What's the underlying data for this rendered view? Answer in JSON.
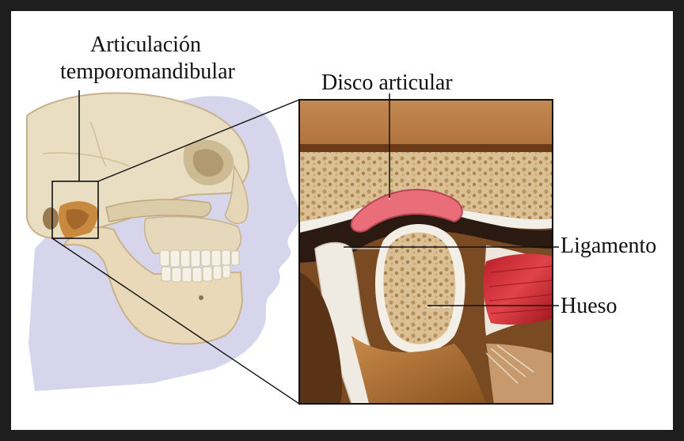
{
  "labels": {
    "joint_line1": "Articulación",
    "joint_line2": "temporomandibular",
    "disc": "Disco articular",
    "ligament": "Ligamento",
    "bone": "Hueso"
  },
  "colors": {
    "frame_border": "#1e1e1e",
    "background": "#ffffff",
    "face_silhouette": "#d7d5ec",
    "skull_bone": "#e8dcc0",
    "cartilage_disc": "#e8707a",
    "muscle": "#d8343c",
    "spongy_bone": "#d9b98a"
  }
}
